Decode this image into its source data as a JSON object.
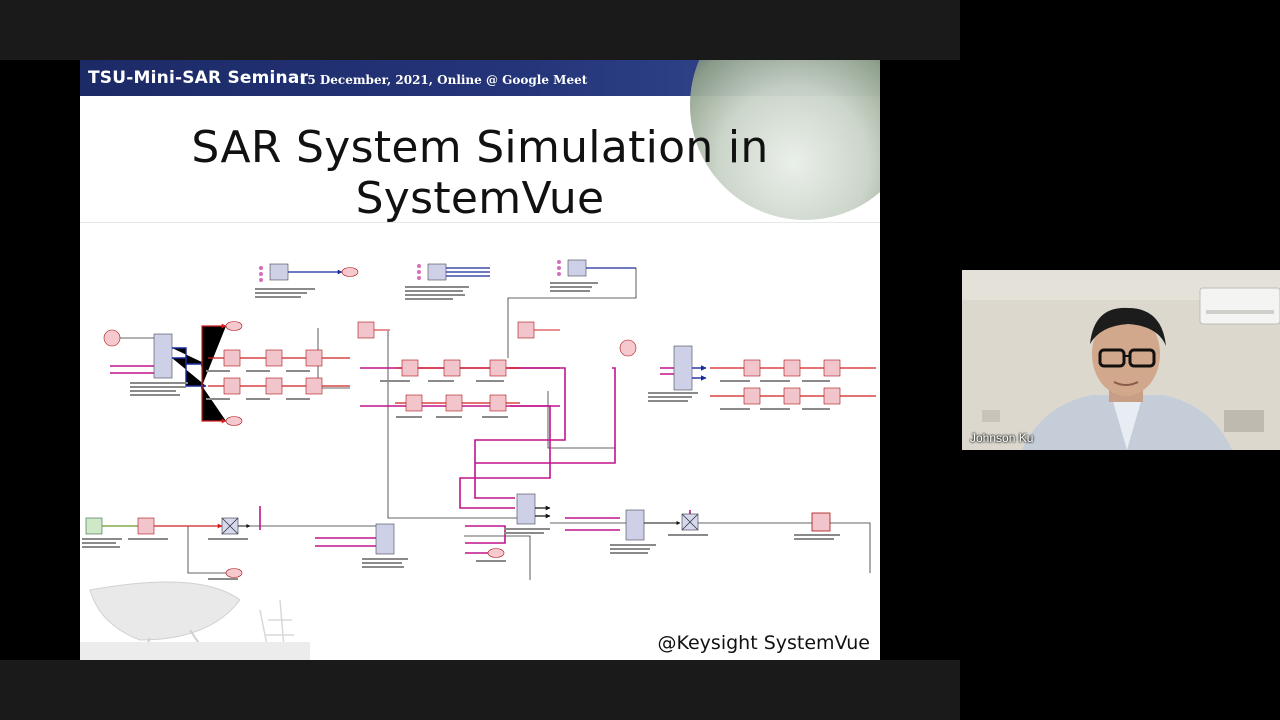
{
  "slide": {
    "header_title": "TSU-Mini-SAR Seminar",
    "header_subtitle": "15 December, 2021, Online @ Google Meet",
    "title": "SAR System Simulation in SystemVue",
    "credit": "@Keysight SystemVue"
  },
  "participant": {
    "name": "Johnson Ku"
  },
  "colors": {
    "header_blue": "#243479",
    "wire_magenta": "#c0148c",
    "wire_blue": "#1a2a9c",
    "arrow_red": "#d21f1f"
  },
  "icons": {
    "schematic": "block-diagram",
    "dish": "satellite-dish"
  }
}
